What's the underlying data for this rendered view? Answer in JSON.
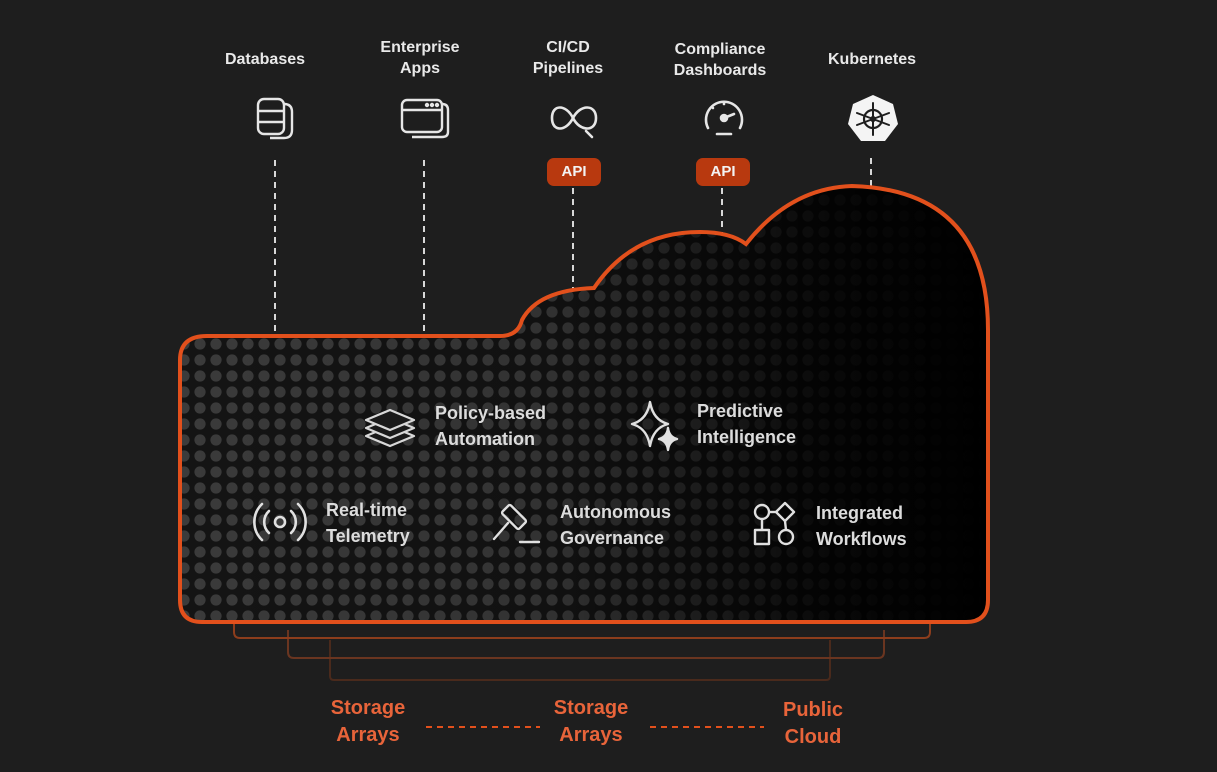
{
  "integrations": [
    {
      "label": "Databases",
      "icon": "database-icon"
    },
    {
      "label": "Enterprise\nApps",
      "icon": "app-window-icon"
    },
    {
      "label": "CI/CD\nPipelines",
      "icon": "infinity-icon",
      "api": "API"
    },
    {
      "label": "Compliance\nDashboards",
      "icon": "gauge-icon",
      "api": "API"
    },
    {
      "label": "Kubernetes",
      "icon": "kubernetes-icon"
    }
  ],
  "features": [
    {
      "label": "Policy-based\nAutomation",
      "icon": "layers-icon"
    },
    {
      "label": "Predictive\nIntelligence",
      "icon": "sparkle-icon"
    },
    {
      "label": "Real-time\nTelemetry",
      "icon": "broadcast-icon"
    },
    {
      "label": "Autonomous\nGovernance",
      "icon": "gavel-icon"
    },
    {
      "label": "Integrated\nWorkflows",
      "icon": "workflow-icon"
    }
  ],
  "backends": [
    {
      "label": "Storage\nArrays"
    },
    {
      "label": "Storage\nArrays"
    },
    {
      "label": "Public\nCloud"
    }
  ],
  "colors": {
    "background": "#1e1e1e",
    "accent": "#e2501c",
    "api_badge": "#b8390f",
    "text": "#e9e9e9",
    "backend_text": "#e8643a"
  }
}
